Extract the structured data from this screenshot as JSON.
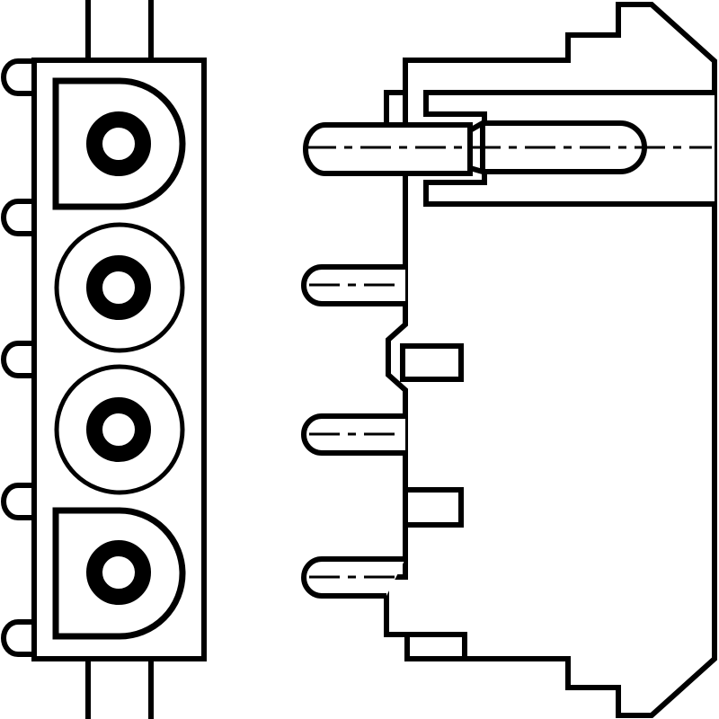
{
  "drawing": {
    "views": [
      "front-view",
      "side-view"
    ],
    "pin_count": 4,
    "colors": {
      "line": "#000000",
      "background": "#ffffff"
    }
  }
}
